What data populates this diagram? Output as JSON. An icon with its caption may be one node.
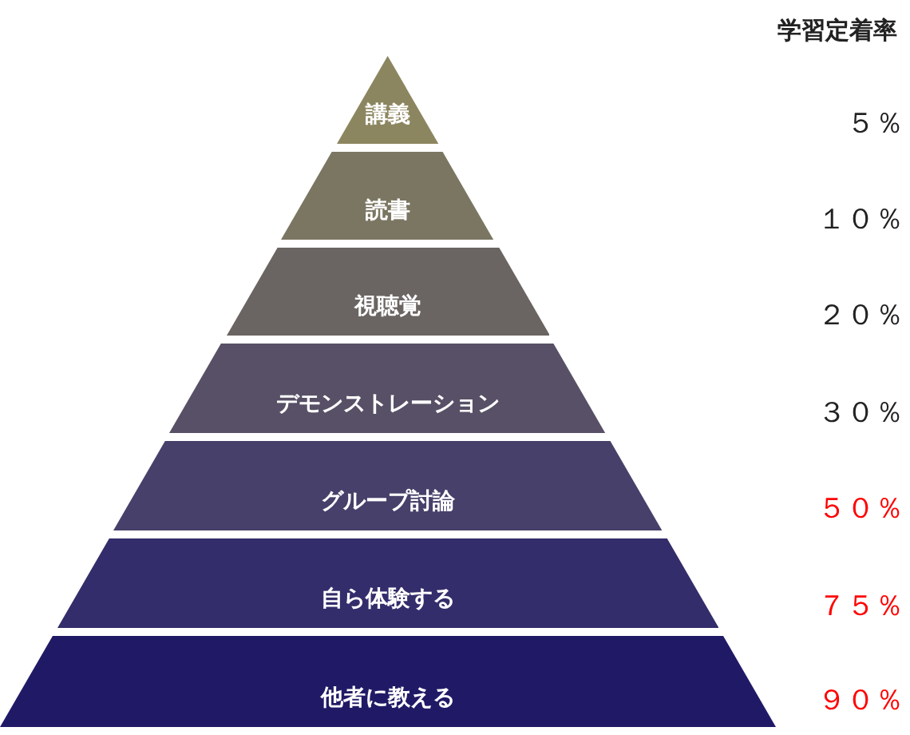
{
  "diagram": {
    "nodes": [
      {
        "text": [
          "講義"
        ]
      },
      {
        "text": [
          "読書"
        ]
      },
      {
        "text": [
          "視聴覚"
        ]
      },
      {
        "text": [
          "デモンストレーション"
        ]
      },
      {
        "text": [
          "グループ討論"
        ]
      },
      {
        "text": [
          "自ら体験する"
        ]
      },
      {
        "text": [
          "他者に教える"
        ]
      }
    ],
    "labels": [
      "学習定着率",
      "５％",
      "１０％",
      "２０％",
      "３０％",
      "５０％",
      "７５％",
      "９０％"
    ]
  }
}
